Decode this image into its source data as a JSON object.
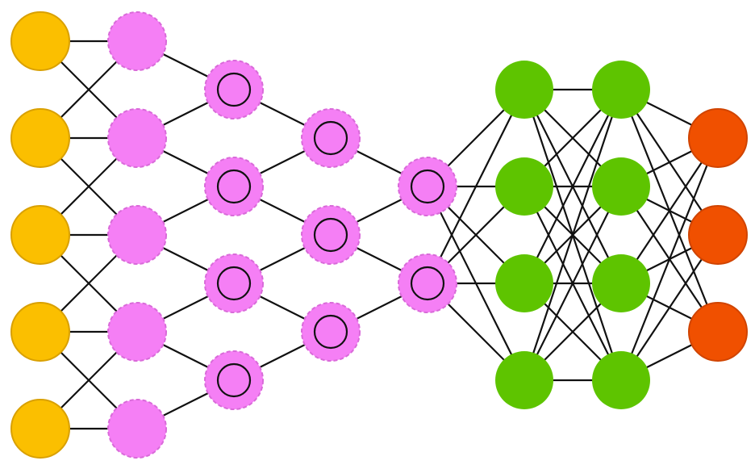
{
  "diagram": {
    "type": "neural-network",
    "colors": {
      "input": "#FBBF00",
      "input_stroke": "#D9A000",
      "hidden": "#F57FF5",
      "hidden_stroke": "#D96AD9",
      "dense": "#5EC400",
      "output": "#F05000",
      "output_stroke": "#D04400",
      "edge": "#111111"
    },
    "layers": [
      {
        "kind": "input",
        "nodes": 5,
        "inner_ring": false
      },
      {
        "kind": "hidden",
        "nodes": 5,
        "inner_ring": false
      },
      {
        "kind": "hidden",
        "nodes": 4,
        "inner_ring": true
      },
      {
        "kind": "hidden",
        "nodes": 3,
        "inner_ring": true
      },
      {
        "kind": "hidden",
        "nodes": 2,
        "inner_ring": true
      },
      {
        "kind": "dense",
        "nodes": 4,
        "inner_ring": false
      },
      {
        "kind": "dense",
        "nodes": 4,
        "inner_ring": false
      },
      {
        "kind": "output",
        "nodes": 3,
        "inner_ring": false
      }
    ],
    "connections": [
      {
        "from": 0,
        "to": 1,
        "pattern": "local"
      },
      {
        "from": 1,
        "to": 2,
        "pattern": "local"
      },
      {
        "from": 2,
        "to": 3,
        "pattern": "local"
      },
      {
        "from": 3,
        "to": 4,
        "pattern": "local"
      },
      {
        "from": 4,
        "to": 5,
        "pattern": "full"
      },
      {
        "from": 5,
        "to": 6,
        "pattern": "full"
      },
      {
        "from": 6,
        "to": 7,
        "pattern": "full"
      }
    ]
  }
}
